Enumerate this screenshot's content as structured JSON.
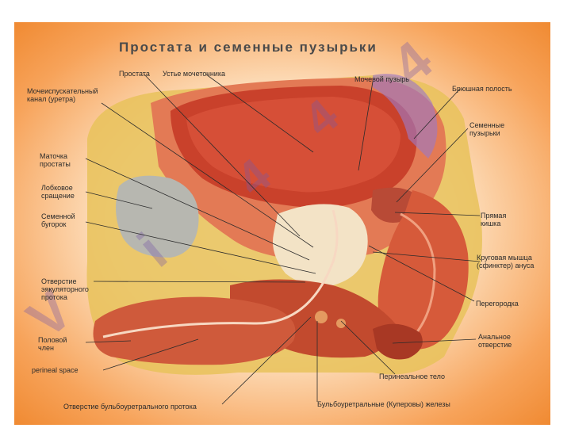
{
  "title": "Простата и семенные пузырьки",
  "labels": {
    "prostata": "Простата",
    "ustye": "Устье мочеточника",
    "mochevoy": "Мочевой пузырь",
    "bryushnaya": "Брюшная полость",
    "semennye": [
      "Семенные",
      "пузырьки"
    ],
    "pryamaya": [
      "Прямая",
      "кишка"
    ],
    "krugovaya": [
      "Круговая мышца",
      "(сфинктер) ануса"
    ],
    "peregorodka": "Перегородка",
    "analnoe": [
      "Анальное",
      "отверстие"
    ],
    "perinealnoe": "Перинеальное тело",
    "bulbouretr": "Бульбоуретральные (Куперовы) железы",
    "otverstie_bulbo": "Отверстие бульбоуретрального протока",
    "perineal_space": "perineal space",
    "polovoy": [
      "Половой",
      "член"
    ],
    "otverstie_eyak": [
      "Отверстие",
      "эякуляторного",
      "протока"
    ],
    "semennoy": [
      "Семенной",
      "бугорок"
    ],
    "lobkovoe": [
      "Лобковое",
      "сращение"
    ],
    "matochka": [
      "Маточка",
      "простаты"
    ],
    "mocheispusk": [
      "Мочеиспускательный",
      "канал (уретра)"
    ]
  },
  "colors": {
    "frame_orange": "#f08a32",
    "bladder": "#c9412b",
    "prostate": "#f3e3c6",
    "fat": "#e8c25a",
    "bone": "#b7b7b0",
    "watermark": "#7a5aa6"
  }
}
